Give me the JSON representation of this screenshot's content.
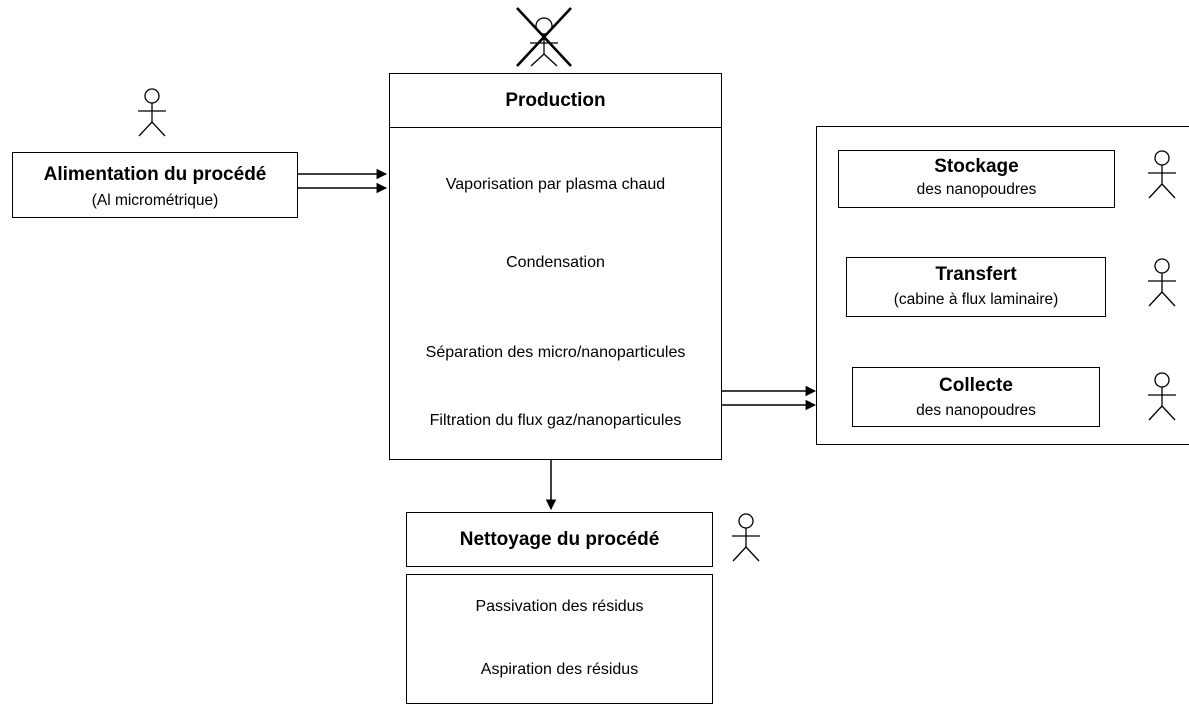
{
  "production": {
    "title": "Production",
    "steps": [
      "Vaporisation par plasma chaud",
      "Condensation",
      "Séparation des micro/nanoparticules",
      "Filtration du flux gaz/nanoparticules"
    ]
  },
  "alimentation": {
    "title": "Alimentation du procédé",
    "subtitle": "(Al micrométrique)"
  },
  "stockage": {
    "title": "Stockage",
    "subtitle": "des nanopoudres"
  },
  "transfert": {
    "title": "Transfert",
    "subtitle": "(cabine à flux laminaire)"
  },
  "collecte": {
    "title": "Collecte",
    "subtitle": "des nanopoudres"
  },
  "nettoyage": {
    "title": "Nettoyage du procédé",
    "steps": [
      "Passivation des résidus",
      "Aspiration des résidus"
    ]
  },
  "actors": [
    {
      "role": "alimentation",
      "crossed": false
    },
    {
      "role": "production",
      "crossed": true
    },
    {
      "role": "stockage",
      "crossed": false
    },
    {
      "role": "transfert",
      "crossed": false
    },
    {
      "role": "collecte",
      "crossed": false
    },
    {
      "role": "nettoyage",
      "crossed": false
    }
  ],
  "colors": {
    "stroke": "#000000",
    "background": "#ffffff"
  }
}
